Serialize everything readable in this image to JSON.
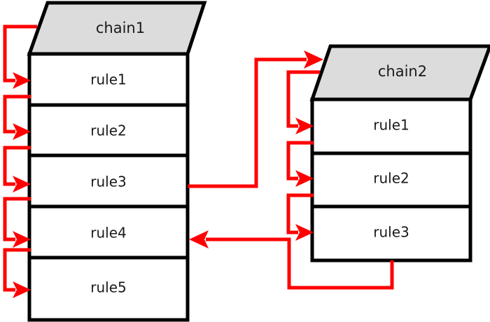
{
  "diagram": {
    "title": "chain traversal diagram",
    "type": "flowchart",
    "background_color": "#ffffff",
    "arrow_color": "#ff0000",
    "box_stroke_color": "#000000",
    "header_fill_color": "#dcdcdc",
    "box_fill_color": "#ffffff",
    "text_color": "#1a1a1a"
  },
  "chains": [
    {
      "id": "chain1",
      "header_label": "chain1",
      "rules": [
        {
          "label": "rule1"
        },
        {
          "label": "rule2"
        },
        {
          "label": "rule3"
        },
        {
          "label": "rule4"
        },
        {
          "label": "rule5"
        }
      ]
    },
    {
      "id": "chain2",
      "header_label": "chain2",
      "rules": [
        {
          "label": "rule1"
        },
        {
          "label": "rule2"
        },
        {
          "label": "rule3"
        }
      ]
    }
  ],
  "flows": {
    "chain1_internal": [
      "chain1-header-to-rule1",
      "rule1-to-rule2",
      "rule2-to-rule3",
      "rule3-to-rule4",
      "rule4-to-rule5"
    ],
    "chain2_internal": [
      "chain2-header-to-rule1",
      "rule1-to-rule2",
      "rule2-to-rule3"
    ],
    "cross_chain": [
      "chain1-rule3-jump-to-chain2",
      "chain2-rule3-return-to-chain1-rule4"
    ]
  }
}
